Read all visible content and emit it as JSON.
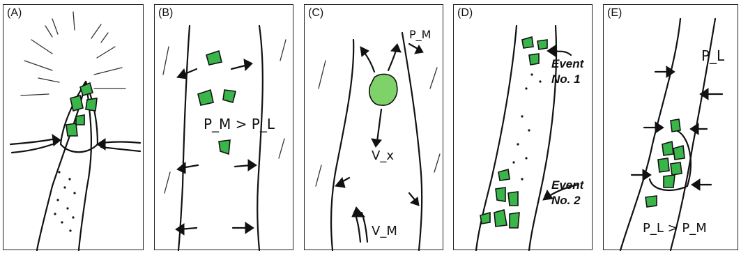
{
  "panels": [
    {
      "label": "(A)"
    },
    {
      "label": "(B)",
      "annotation": "P_M > P_L"
    },
    {
      "label": "(C)",
      "annotations": [
        "P_M",
        "V_x",
        "V_M"
      ]
    },
    {
      "label": "(D)",
      "events": [
        {
          "line1": "Event",
          "line2": "No. 1"
        },
        {
          "line1": "Event",
          "line2": "No. 2"
        }
      ]
    },
    {
      "label": "(E)",
      "annotations": [
        "P_L",
        "P_L > P_M"
      ]
    }
  ],
  "colors": {
    "ink": "#111111",
    "clast_green": "#39b54a",
    "light_green": "#7fd16a",
    "frame": "#222222"
  }
}
